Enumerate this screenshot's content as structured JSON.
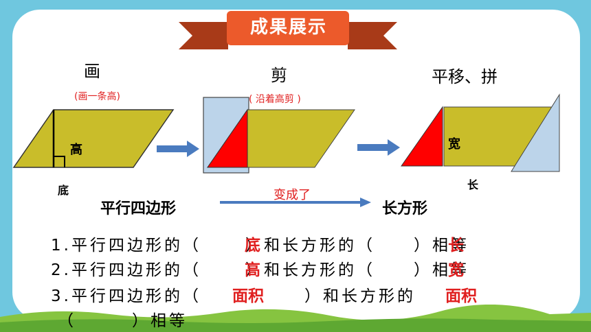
{
  "title": "成果展示",
  "steps": {
    "draw": "画",
    "cut": "剪",
    "move": "平移、拼"
  },
  "notes": {
    "draw": "(画一条高)",
    "cut": "( 沿着高剪 )"
  },
  "labels": {
    "height": "高",
    "base": "底",
    "width": "宽",
    "length": "长"
  },
  "transform": {
    "from": "平行四边形",
    "arrow_text": "变成了",
    "to": "长方形"
  },
  "sentences": [
    {
      "num": "1.",
      "a": "平行四边形的（",
      "ans1": "底",
      "b": "）和长方形的（",
      "ans2": "长",
      "c": "）相等"
    },
    {
      "num": "2.",
      "a": "平行四边形的（",
      "ans1": "高",
      "b": "）和长方形的（",
      "ans2": "宽",
      "c": "）相等"
    },
    {
      "num": "3.",
      "a": "平行四边形的（",
      "ans1": "面积",
      "b": "）和长方形的",
      "ans2": "面积",
      "c": "（　　　）相等"
    }
  ],
  "colors": {
    "parallelogram": "#c9bd2a",
    "cut_piece": "#ff0000",
    "highlight": "#bcd4ea",
    "arrow": "#4a7bbf",
    "ribbon": "#ec5a2b",
    "ribbon_dark": "#a83a18",
    "answer": "#e02020",
    "background": "#6fc7df",
    "grass": "#86c440"
  }
}
